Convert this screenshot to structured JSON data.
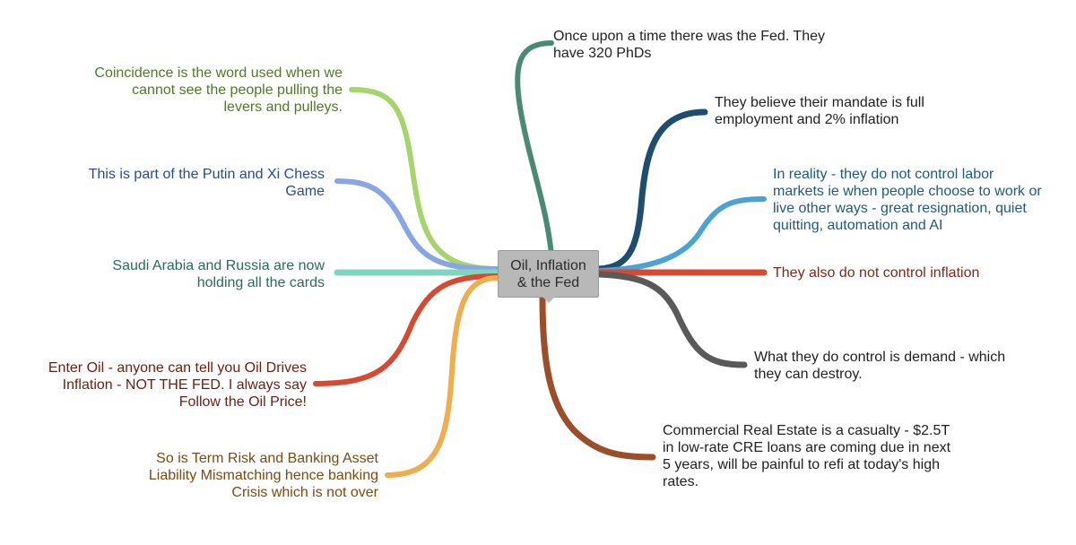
{
  "center": {
    "lines": [
      "Oil, Inflation",
      "& the Fed"
    ],
    "color": "#b8b8b8"
  },
  "branches": [
    {
      "id": "fed-phds",
      "side": "right",
      "color": "#4a8a74",
      "text_color": "#1f1f1f",
      "lines": [
        "Once upon a time there was the Fed. They",
        "have 320 PhDs"
      ]
    },
    {
      "id": "mandate",
      "side": "right",
      "color": "#1d4e6e",
      "text_color": "#1f1f1f",
      "lines": [
        "They believe their mandate is full",
        "employment and 2% inflation"
      ]
    },
    {
      "id": "labor",
      "side": "right",
      "color": "#4aa3d3",
      "text_color": "#1f5a7a",
      "lines": [
        "In reality - they do not control labor",
        "markets ie when people choose to work or",
        "live other ways - great resignation, quiet",
        "quitting, automation and AI"
      ]
    },
    {
      "id": "inflation",
      "side": "right",
      "color": "#d64a32",
      "text_color": "#7a2a1c",
      "lines": [
        "They also do not control inflation"
      ]
    },
    {
      "id": "demand",
      "side": "right",
      "color": "#5a5a5a",
      "text_color": "#1f1f1f",
      "lines": [
        "What they do control is demand - which",
        "they can destroy."
      ]
    },
    {
      "id": "cre",
      "side": "right",
      "color": "#9a4e2a",
      "text_color": "#1f1f1f",
      "lines": [
        "Commercial Real Estate is a casualty - $2.5T",
        "in low-rate CRE loans are coming due in next",
        "5 years, will be painful to refi at today's high",
        "rates."
      ]
    },
    {
      "id": "coincidence",
      "side": "left",
      "color": "#a6d46e",
      "text_color": "#4f7a22",
      "lines": [
        "Coincidence is the word used when we",
        "cannot see the people pulling the",
        "levers and pulleys."
      ]
    },
    {
      "id": "chess",
      "side": "left",
      "color": "#8aa6e2",
      "text_color": "#2a4a8a",
      "lines": [
        "This is part of the Putin and Xi Chess",
        "Game"
      ]
    },
    {
      "id": "cards",
      "side": "left",
      "color": "#7fd6c0",
      "text_color": "#2a6a5a",
      "lines": [
        "Saudi Arabia and Russia are now",
        "holding all the cards"
      ]
    },
    {
      "id": "oil",
      "side": "left",
      "color": "#d64a32",
      "text_color": "#6a1e12",
      "lines": [
        "Enter Oil - anyone can tell you Oil Drives",
        "Inflation - NOT THE FED. I always say",
        "Follow the Oil Price!"
      ]
    },
    {
      "id": "term-risk",
      "side": "left",
      "color": "#f0ad4e",
      "text_color": "#7a4a12",
      "lines": [
        "So is Term Risk and Banking Asset",
        "Liability Mismatching hence banking",
        "Crisis which is not over"
      ]
    }
  ]
}
